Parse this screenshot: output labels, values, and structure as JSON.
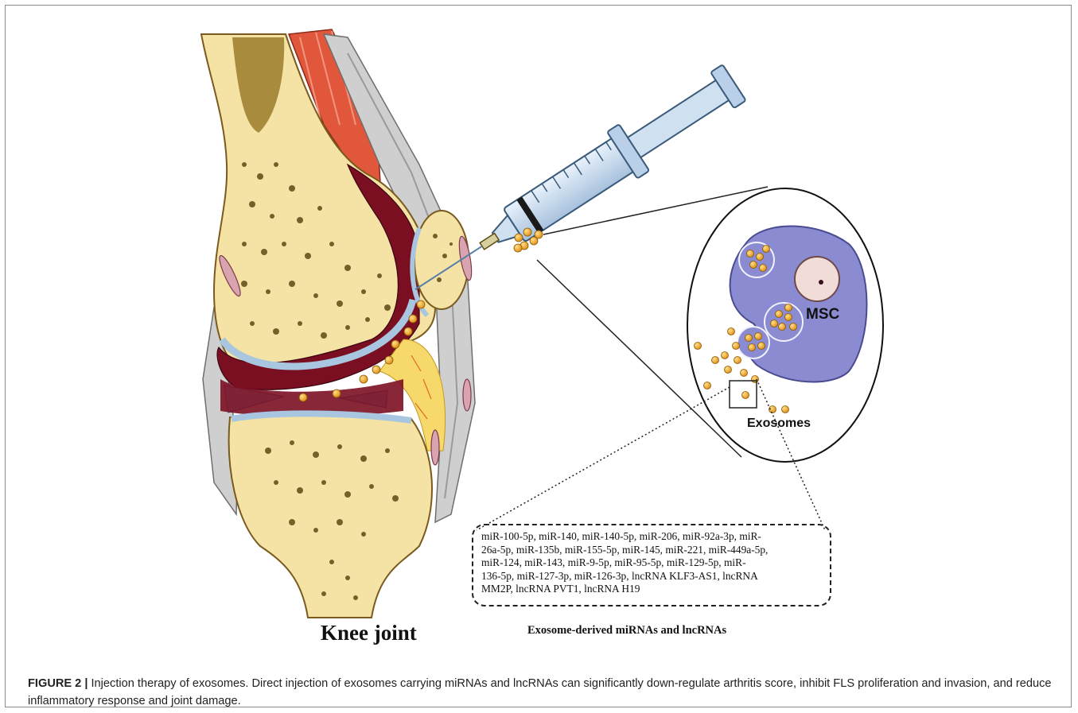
{
  "figure": {
    "knee_label": "Knee joint",
    "msc_label": "MSC",
    "exosomes_label": "Exosomes",
    "mirna_list_lines": [
      "miR-100-5p, miR-140, miR-140-5p, miR-206, miR-92a-3p, miR-",
      "26a-5p, miR-135b, miR-155-5p, miR-145, miR-221, miR-449a-5p,",
      "miR-124,  miR-143, miR-9-5p, miR-95-5p, miR-129-5p, miR-",
      "136-5p, miR-127-3p, miR-126-3p, lncRNA KLF3-AS1, lncRNA",
      "MM2P, lncRNA PVT1, lncRNA H19"
    ],
    "mirna_box_label": "Exosome-derived miRNAs and lncRNAs"
  },
  "caption": {
    "label": "FIGURE 2 |",
    "text": " Injection therapy of exosomes. Direct injection of exosomes carrying miRNAs and lncRNAs can significantly down-regulate arthritis score, inhibit FLS proliferation and invasion, and reduce inflammatory response and joint damage."
  },
  "colors": {
    "bone": "#f5e3a6",
    "bone_outline": "#7a5a1e",
    "marrow_holes": "#5e4a14",
    "joint_capsule": "#7b0f22",
    "cartilage": "#a9c6e0",
    "ligament": "#b8b8b8",
    "muscle": "#e0573b",
    "msc_cell": "#8a8bd0",
    "nucleus": "#f1dcd8",
    "exosome": "#f3a21b",
    "syringe": "#cfe0f0"
  }
}
